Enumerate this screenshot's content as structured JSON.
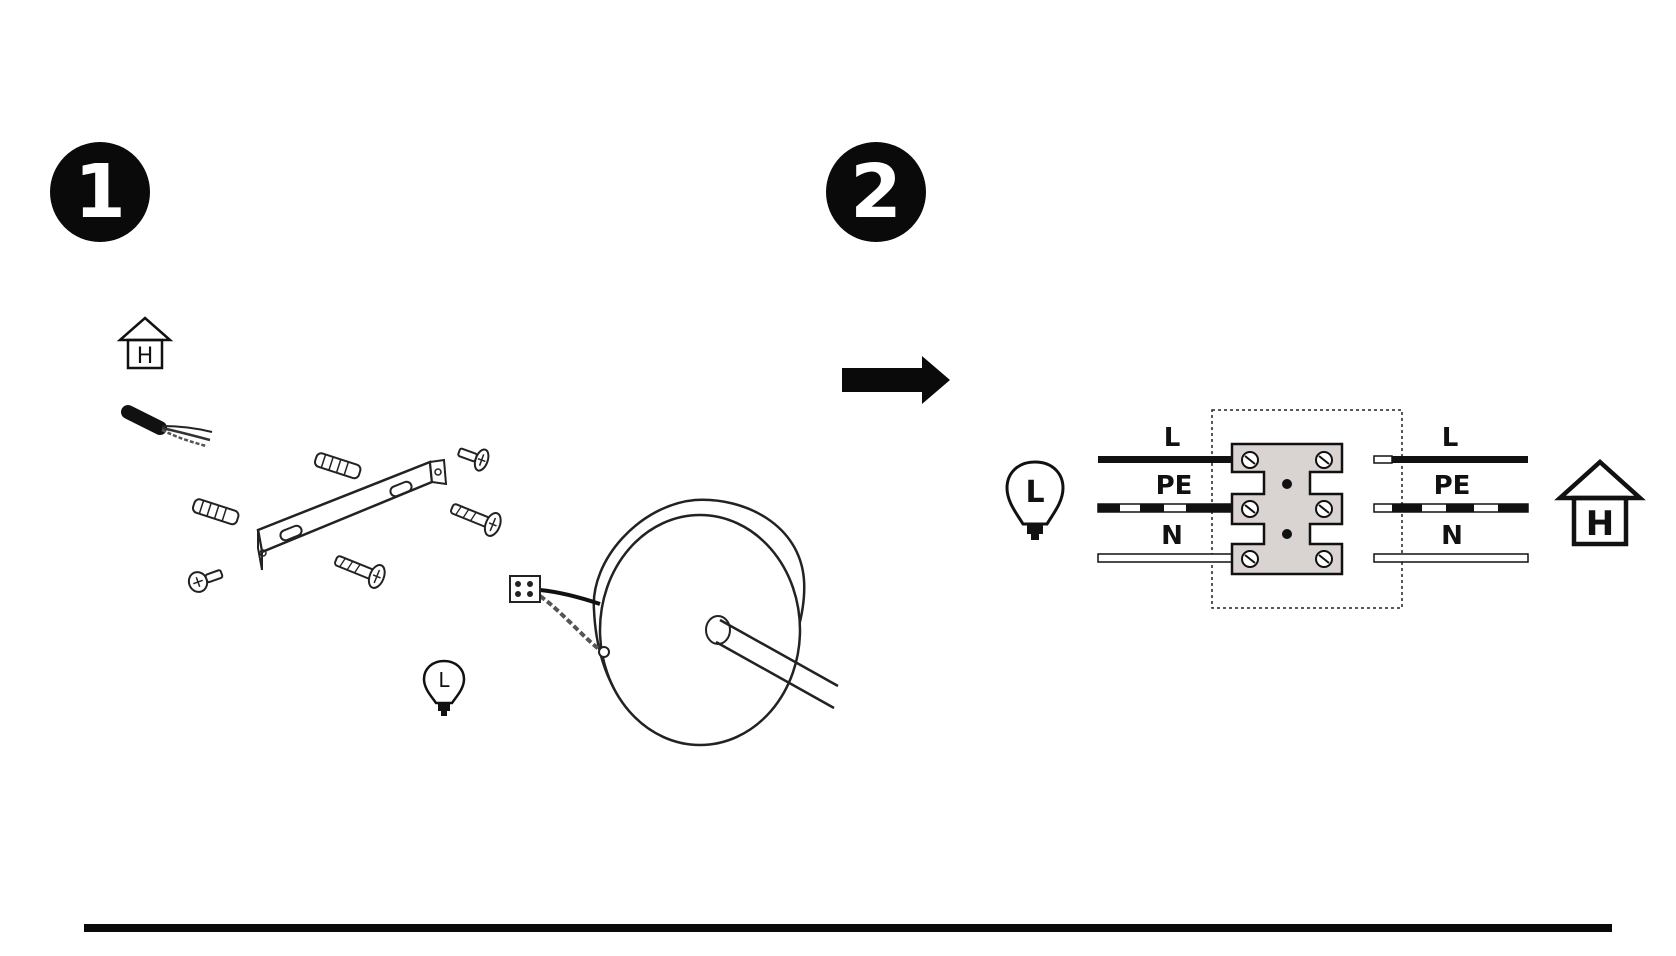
{
  "steps": [
    {
      "number": "1"
    },
    {
      "number": "2"
    }
  ],
  "symbols": {
    "house_letter": "H",
    "lamp_letter": "L"
  },
  "terminal_block": {
    "left_wires": [
      {
        "label": "L",
        "style": "black"
      },
      {
        "label": "PE",
        "style": "striped"
      },
      {
        "label": "N",
        "style": "white"
      }
    ],
    "right_wires": [
      {
        "label": "L",
        "style": "black"
      },
      {
        "label": "PE",
        "style": "striped"
      },
      {
        "label": "N",
        "style": "white"
      }
    ],
    "block_color": "#d9d3d1"
  },
  "colors": {
    "ink": "#111111",
    "badge": "#0a0a0a",
    "background": "#ffffff"
  }
}
